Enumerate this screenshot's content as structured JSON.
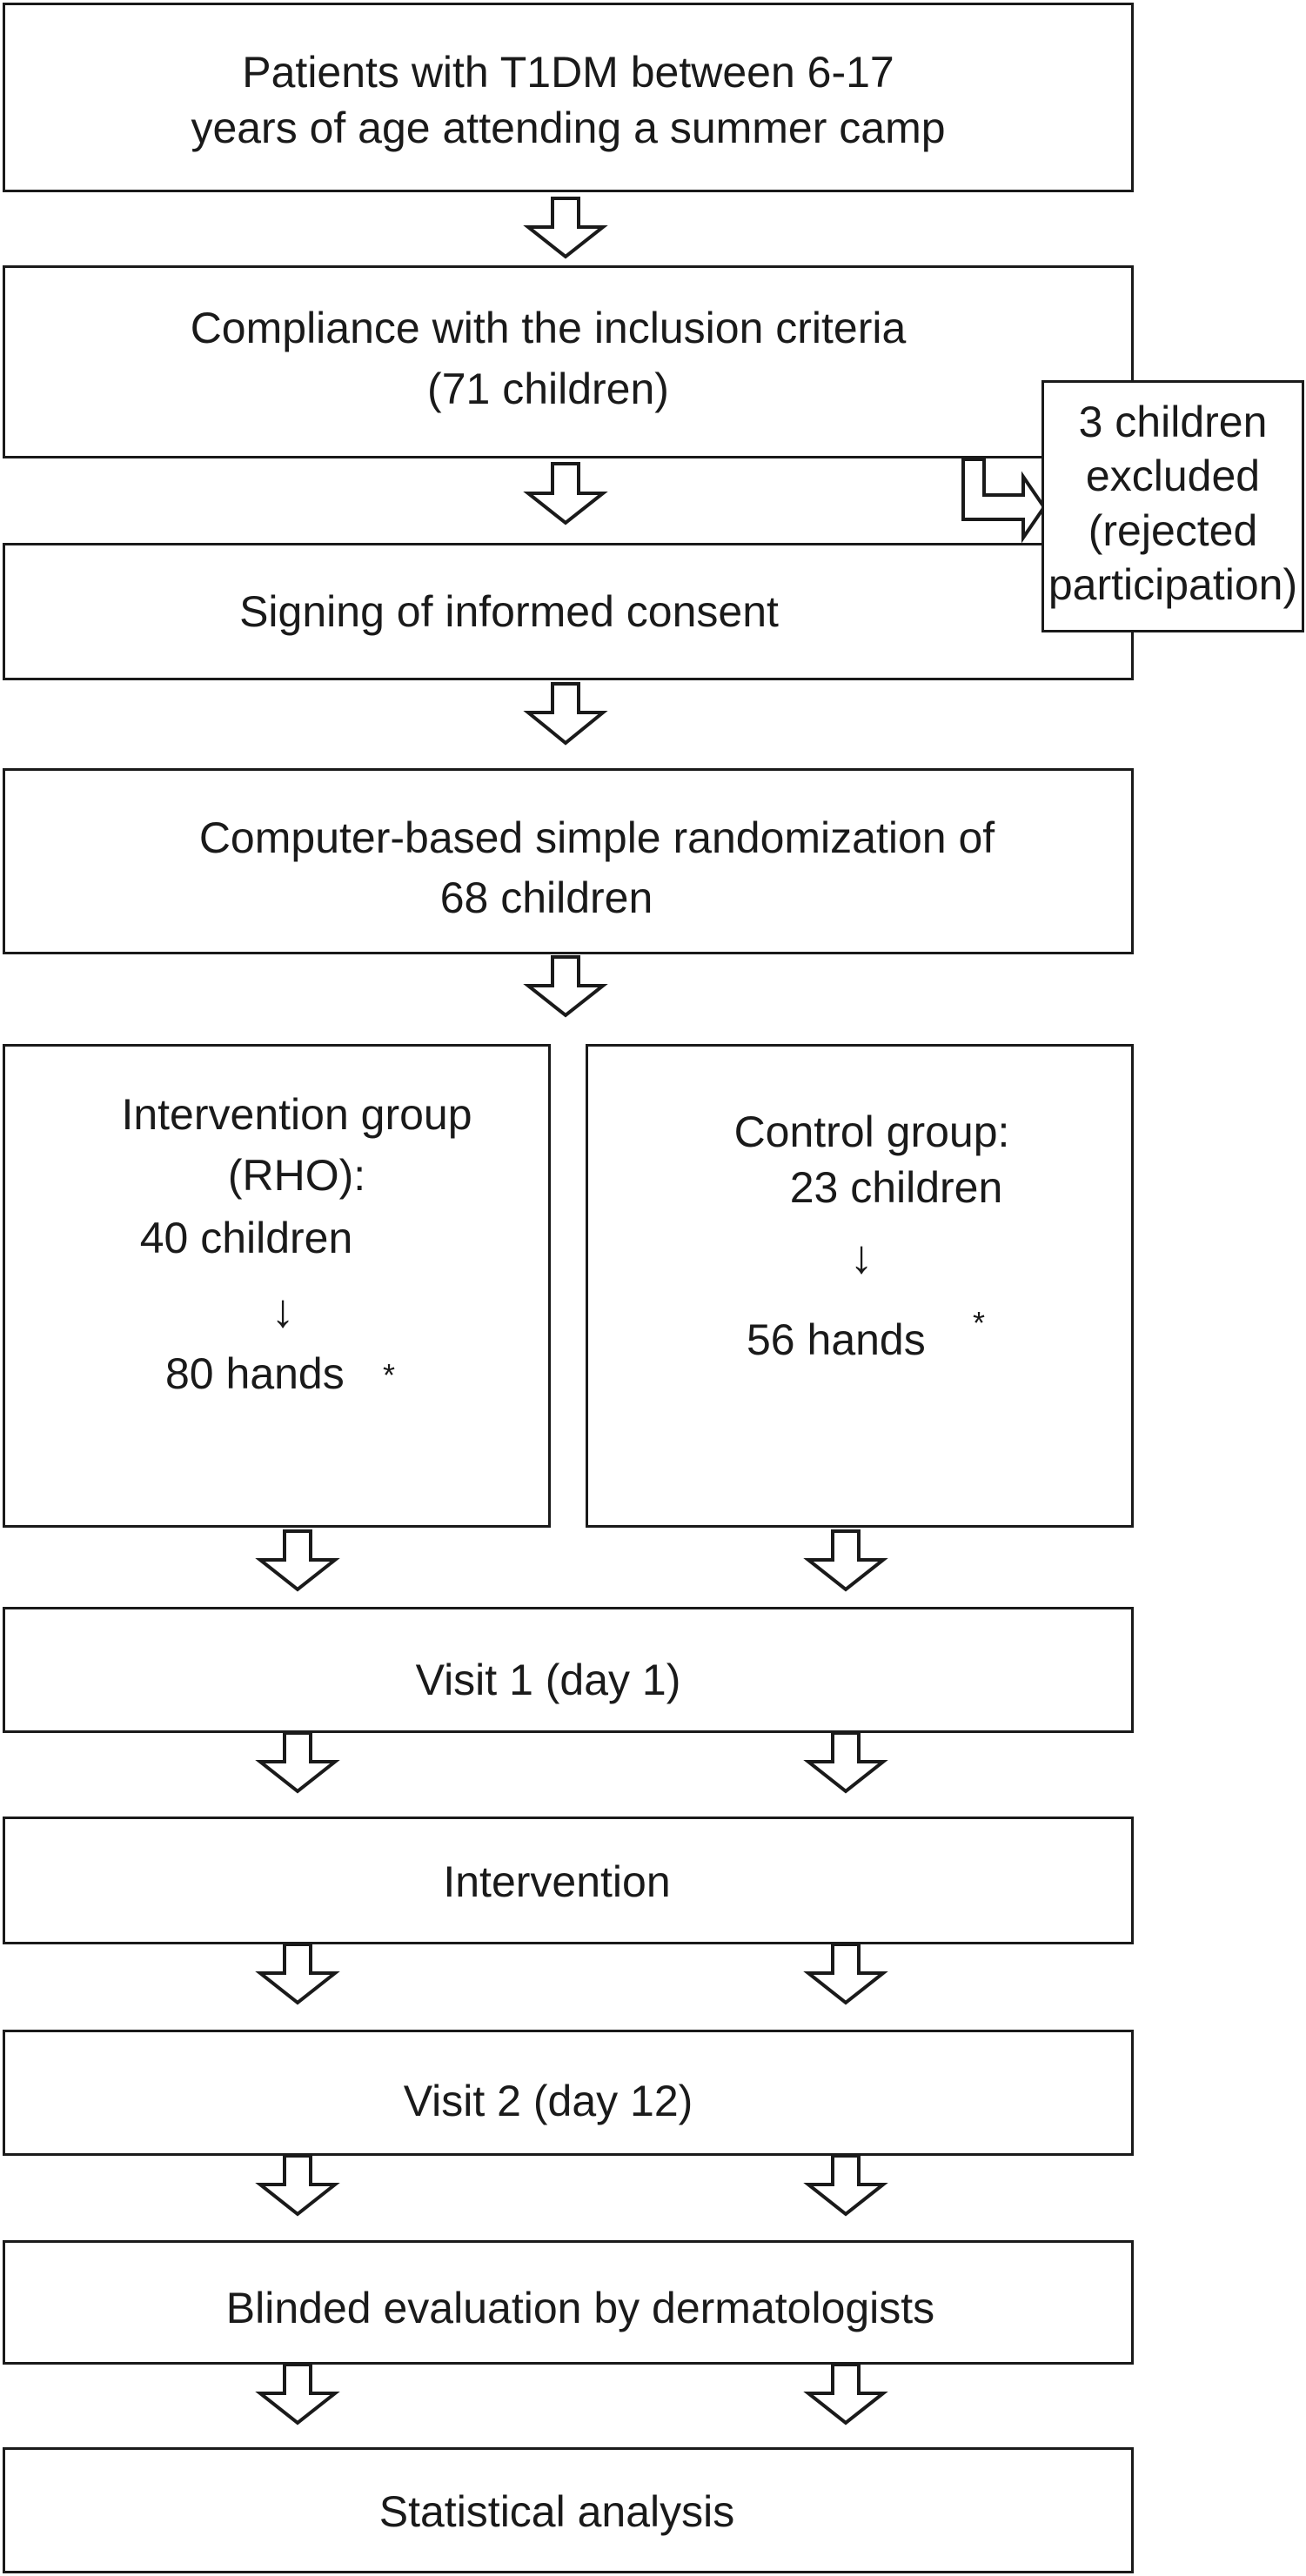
{
  "diagram": {
    "patients": {
      "line1": "Patients with T1DM between 6-17",
      "line2": "years of age attending a summer camp"
    },
    "compliance": {
      "line1": "Compliance with the inclusion criteria",
      "line2": "(71 children)"
    },
    "excluded": {
      "line1": "3 children",
      "line2": "excluded",
      "line3": "(rejected",
      "line4": "participation)"
    },
    "consent": {
      "text": "Signing of informed consent"
    },
    "randomization": {
      "line1": "Computer-based simple randomization of",
      "line2": "68 children"
    },
    "intervention_group": {
      "line1": "Intervention group",
      "line2": "(RHO):",
      "line3": "40 children",
      "arrow": "↓",
      "line4": "80 hands",
      "asterisk": "*"
    },
    "control_group": {
      "line1": "Control group:",
      "line2": "23 children",
      "arrow": "↓",
      "line3": "56 hands",
      "asterisk": "*"
    },
    "visit1": {
      "text": "Visit 1 (day 1)"
    },
    "intervention": {
      "text": "Intervention"
    },
    "visit2": {
      "text": "Visit 2 (day 12)"
    },
    "evaluation": {
      "text": "Blinded evaluation by dermatologists"
    },
    "analysis": {
      "text": "Statistical analysis"
    }
  }
}
